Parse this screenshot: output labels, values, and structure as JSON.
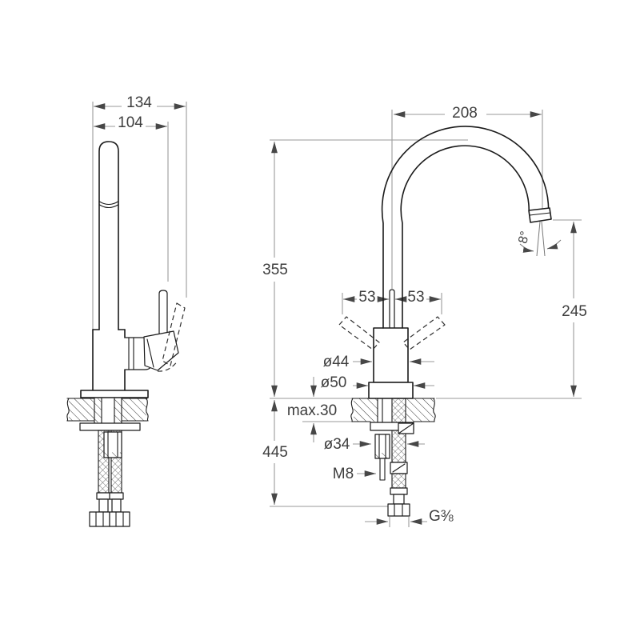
{
  "drawing": {
    "kind": "faucet installation dimension drawing",
    "colors": {
      "background": "#ffffff",
      "object_line": "#1a1a1a",
      "dimension_line": "#9a9a9a",
      "text": "#3e3e3e"
    },
    "labels": {
      "side": {
        "overall_depth": "134",
        "spout_offset": "104"
      },
      "front": {
        "reach": "208",
        "height_to_spout_top": "355",
        "swing_left": "53",
        "swing_right": "53",
        "body_diameter": "ø44",
        "base_diameter": "ø50",
        "deck_thickness": "max.30",
        "hole_diameter": "ø34",
        "stud_thread": "M8",
        "hose_length": "445",
        "outlet_height": "245",
        "outlet_angle": "8°",
        "hose_thread": "G⅜"
      }
    }
  }
}
